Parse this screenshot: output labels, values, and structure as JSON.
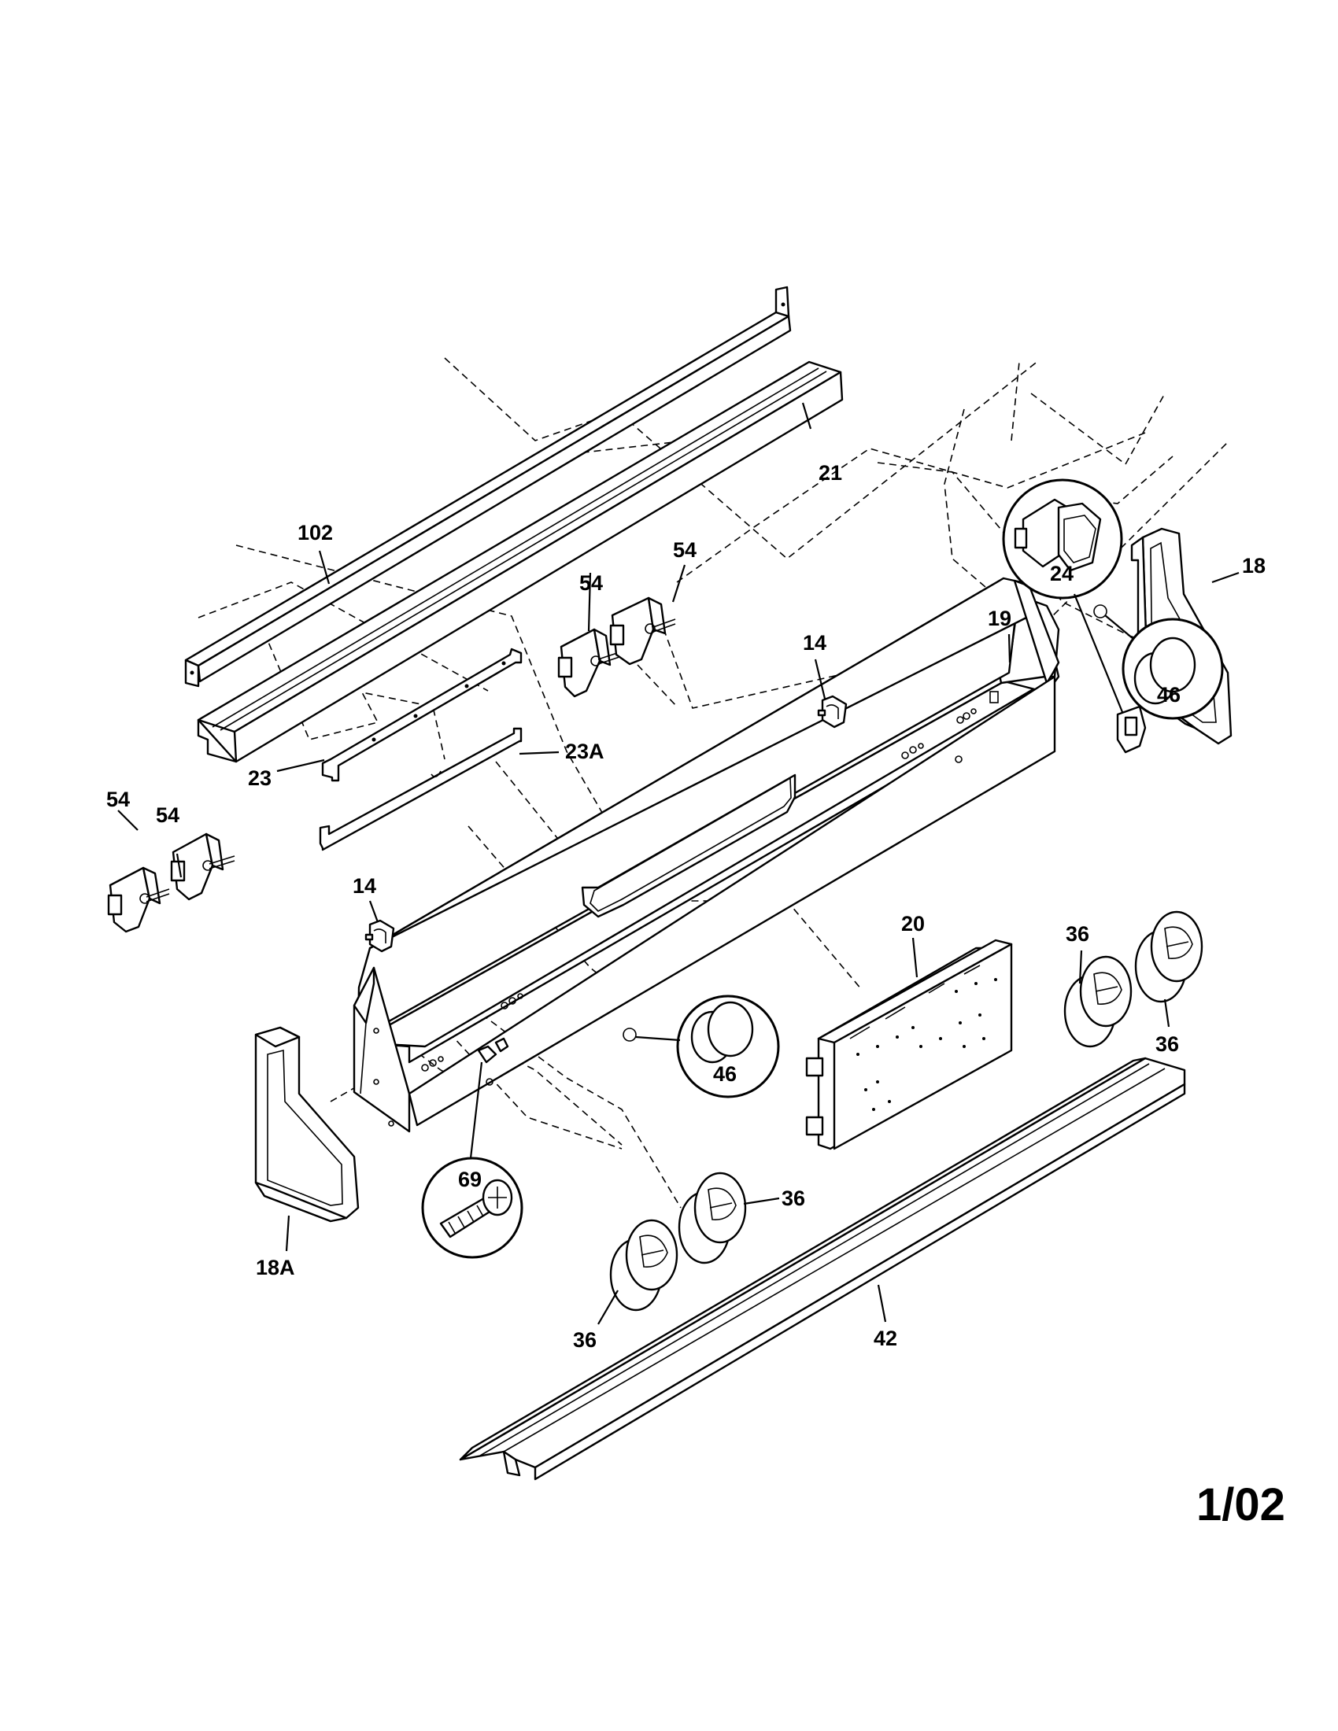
{
  "labels": {
    "l102": "102",
    "l21": "21",
    "l24": "24",
    "l18": "18",
    "l54a": "54",
    "l54b": "54",
    "l14a": "14",
    "l19": "19",
    "l23": "23",
    "l23a": "23A",
    "l46a": "46",
    "l54c": "54",
    "l54d": "54",
    "l14b": "14",
    "l20": "20",
    "l36a": "36",
    "l36b": "36",
    "l46b": "46",
    "l69": "69",
    "l36c": "36",
    "l18a": "18A",
    "l36d": "36",
    "l42": "42"
  },
  "page_id": "1/02"
}
